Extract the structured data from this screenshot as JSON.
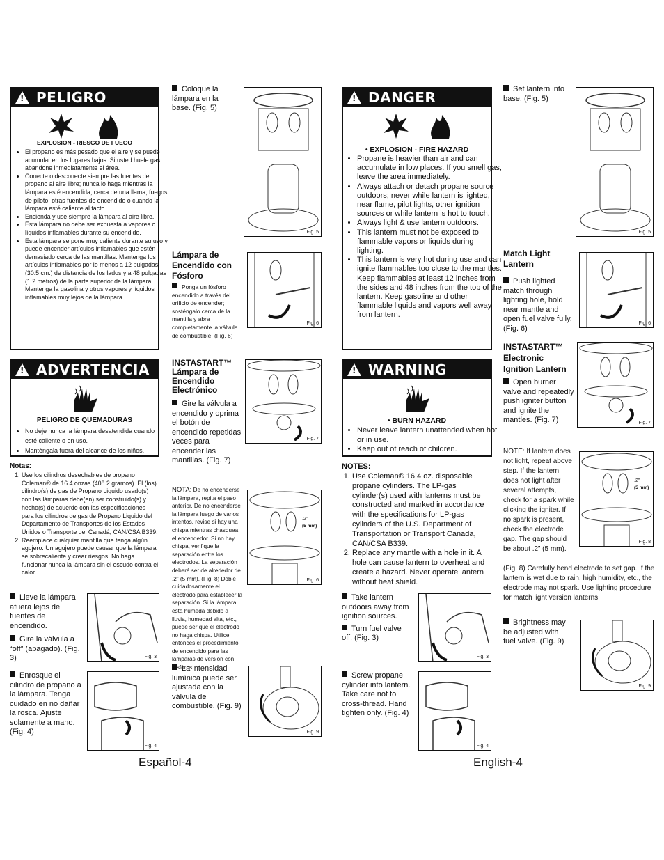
{
  "es": {
    "danger_title": "PELIGRO",
    "hazard1": "EXPLOSION - RIESGO DE FUEGO",
    "danger_items": [
      "El propano es más pesado que el aire y se puede acumular en los lugares bajos. Si usted huele gas, abandone inmediatamente el área.",
      "Conecte o desconecte siempre las fuentes de propano al aire libre; nunca lo haga mientras la lámpara esté encendida, cerca de una llama, fuegos de piloto, otras fuentes de encendido o cuando la lámpara esté caliente al tacto.",
      "Encienda y use siempre la lámpara al aire libre.",
      "Esta lámpara no debe ser expuesta a vapores o líquidos inflamables durante su encendido.",
      "Esta lámpara se pone muy caliente durante su uso y puede encender artículos inflamables que estén demasiado cerca de las mantillas. Mantenga los artículos inflamables por lo menos a 12 pulgadas (30.5 cm.) de distancia de los lados y a 48 pulgadas (1.2 metros) de la parte superior de la lámpara. Mantenga la gasolina y otros vapores y líquidos inflamables muy lejos de la lámpara."
    ],
    "warning_title": "ADVERTENCIA",
    "hazard2": "PELIGRO DE QUEMADURAS",
    "warning_items": [
      "No deje nunca la lámpara desatendida cuando esté caliente o en uso.",
      "Manténgala fuera del alcance de los niños."
    ],
    "notes_title": "Notas:",
    "notes": [
      "Use los cilindros desechables de propano Coleman® de 16.4 onzas (408.2 gramos). El (los) cilindro(s) de gas de Propano Liquido usado(s) con las lámparas debe(en) ser construido(s) y hecho(s) de acuerdo con las especificaciones para los cilindros de gas de Propano Liquido del Departamento de Transportes de los Estados Unidos o Transporte del Canadá, CAN/CSA B339.",
      "Reemplace cualquier mantilla que tenga algún agujero. Un agujero puede causar que la lámpara se sobrecaliente y crear riesgos. No haga funcionar nunca la lámpara sin el escudo contra el calor."
    ],
    "step_outdoors": "Lleve la lámpara afuera lejos de fuentes de encendido.",
    "step_valve_off": "Gire la válvula a “off” (apagado). (Fig. 3)",
    "step_screw": "Enrosque el cilindro de propano a la lámpara. Tenga cuidado en no dañar la rosca. Ajuste solamente a mano. (Fig. 4)",
    "step_base": "Coloque la lámpara en la base. (Fig. 5)",
    "match_title": "Lámpara de Encendido con Fósforo",
    "match_text": "Ponga un fósforo encendido a través del orificio de encender; sosténgalo cerca de la mantilla y abra completamente la válvula de combustible. (Fig. 6)",
    "insta_title": "INSTASTART™ Lámpara de Encendido Electrónico",
    "insta_text": "Gire la válvula a encendido y oprima el botón de encendido repetidas veces para encender las mantillas. (Fig. 7)",
    "nota_label": "NOTA:",
    "nota_text": "De no encenderse la lámpara, repita el paso anterior. De no encenderse la lámpara luego de varios intentos, revise si hay una chispa mientras chasquea el encendedor. Si no hay chispa, verifique la separación entre los electrodos. La separación deberá ser de alrededor de .2” (5 mm). (Fig. 8) Doble cuidadosamente el electrodo para establecer la separación. Si la lámpara está húmeda debido a lluvia, humedad alta, etc., puede ser que el electrodo no haga chispa. Utilice entonces el procedimiento de encendido para las lámparas de versión con fósforos.",
    "bright_text": "La intensidad lumínica puede ser ajustada con la válvula de combustible. (Fig. 9)",
    "footer": "Español-4"
  },
  "en": {
    "danger_title": "DANGER",
    "hazard1": "• EXPLOSION - FIRE HAZARD",
    "danger_items": [
      "Propane is heavier than air and can accumulate in low places. If you smell gas, leave the area immediately.",
      "Always attach or detach propane source outdoors; never while lantern is lighted, near flame, pilot lights, other ignition sources or while lantern is hot to touch.",
      "Always light & use lantern outdoors.",
      "This lantern must not be exposed to flammable vapors or liquids during lighting.",
      "This lantern is very hot during use and can ignite flammables too close to the mantles. Keep flammables at least 12 inches from the sides and 48 inches from the top of the lantern. Keep gasoline and other flammable liquids and vapors well away from lantern."
    ],
    "warning_title": "WARNING",
    "hazard2": "• BURN HAZARD",
    "warning_items": [
      "Never leave lantern unattended when hot or in use.",
      "Keep out of reach of children."
    ],
    "notes_title": "NOTES:",
    "notes": [
      "Use Coleman® 16.4 oz. disposable propane cylinders. The LP-gas cylinder(s) used with lanterns must be constructed and marked in accordance with the specifications for LP-gas cylinders of the U.S. Department of Transportation or Transport Canada, CAN/CSA B339.",
      "Replace any mantle with a hole in it. A hole can cause lantern to overheat and create a hazard. Never operate lantern without heat shield."
    ],
    "step_outdoors": "Take lantern outdoors away from ignition sources.",
    "step_valve_off": "Turn fuel valve off. (Fig. 3)",
    "step_screw": "Screw propane cylinder into lantern. Take care not to cross-thread. Hand tighten only. (Fig. 4)",
    "step_base": "Set lantern into base. (Fig. 5)",
    "match_title": "Match Light Lantern",
    "match_text": "Push lighted match through lighting hole, hold near mantle and open fuel valve fully. (Fig. 6)",
    "insta_title": "INSTASTART™ Electronic Ignition Lantern",
    "insta_text": "Open burner valve and repeatedly push igniter button and ignite the mantles. (Fig. 7)",
    "note_text": "NOTE: If lantern does not light, repeat above step. If the lantern does not light after several attempts, check for a spark while clicking the igniter. If no spark is present, check the electrode gap. The gap should be about .2” (5 mm).",
    "note_text2": "(Fig. 8) Carefully bend electrode to set gap. If the lantern is wet due to rain, high humidity, etc., the electrode may not spark. Use lighting procedure for match light version lanterns.",
    "bright_text": "Brightness may be adjusted with fuel valve. (Fig. 9)",
    "footer": "English-4"
  },
  "figs": {
    "f3": "Fig. 3",
    "f4": "Fig. 4",
    "f5": "Fig. 5",
    "f6": "Fig. 6",
    "f7": "Fig. 7",
    "f8": "Fig. 8",
    "f9": "Fig. 9",
    "gap": ".2”",
    "gap_mm": "(5 mm)"
  },
  "icons": [
    "warning-triangle-icon",
    "explosion-icon",
    "fire-icon",
    "burn-hand-icon",
    "square-bullet-icon"
  ]
}
